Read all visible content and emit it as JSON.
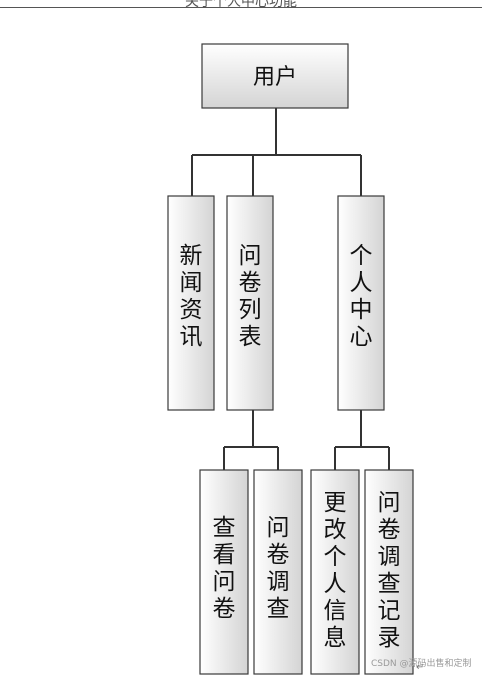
{
  "header": {
    "cut_text": "关于个人中心功能"
  },
  "diagram": {
    "root": {
      "id": "user",
      "label": "用户"
    },
    "branches": [
      {
        "id": "news",
        "label": "新闻资讯",
        "children": []
      },
      {
        "id": "survey-list",
        "label": "问卷列表",
        "children": [
          {
            "id": "view-survey",
            "label": "查看问卷"
          },
          {
            "id": "survey-investigation",
            "label": "问卷调查"
          }
        ]
      },
      {
        "id": "personal-center",
        "label": "个人中心",
        "children": [
          {
            "id": "update-info",
            "label": "更改个人信息"
          },
          {
            "id": "survey-records",
            "label": "问卷调查记录"
          }
        ]
      }
    ]
  },
  "colors": {
    "box_border": "#3a3a3a",
    "box_fill_light": "#ffffff",
    "box_fill_dark": "#d4d4d4",
    "connector": "#333333"
  },
  "watermark": "CSDN @源码出售和定制"
}
